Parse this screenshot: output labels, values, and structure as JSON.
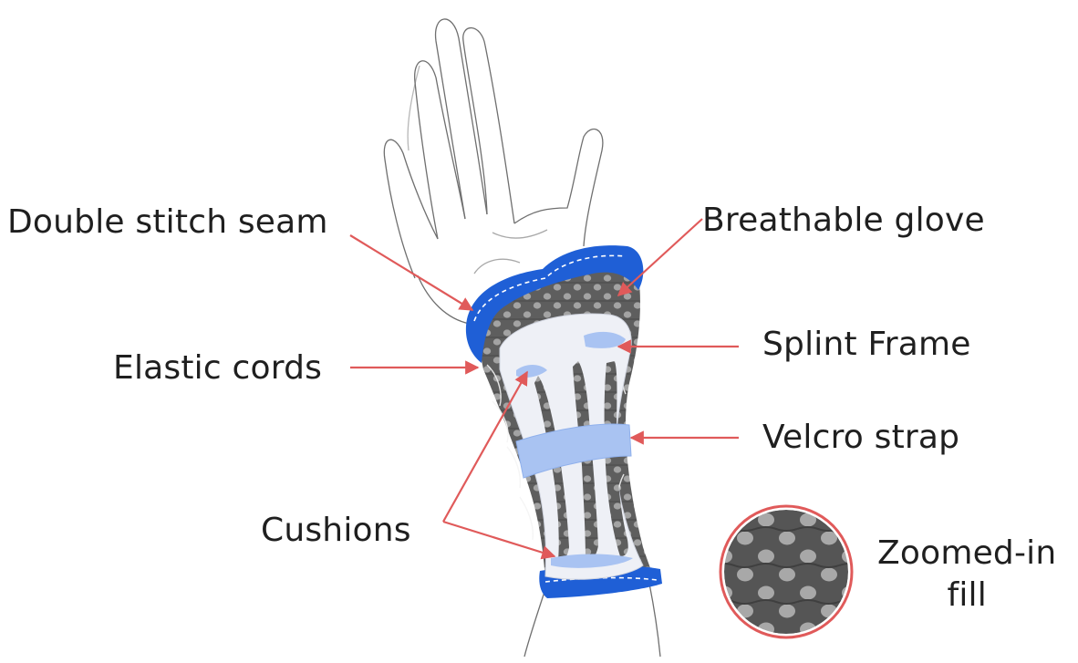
{
  "labels": {
    "double_stitch": "Double stitch seam",
    "breathable": "Breathable glove",
    "elastic": "Elastic cords",
    "splint": "Splint Frame",
    "velcro": "Velcro strap",
    "cushions": "Cushions",
    "zoom_line1": "Zoomed-in",
    "zoom_line2": "fill"
  },
  "colors": {
    "arrow": "#e05a5a",
    "glove_blue": "#1f5fd6",
    "splint": "#f2f3f7",
    "strap": "#a9c3f2",
    "mesh": "#6d6d6d",
    "sketch": "#555555"
  }
}
